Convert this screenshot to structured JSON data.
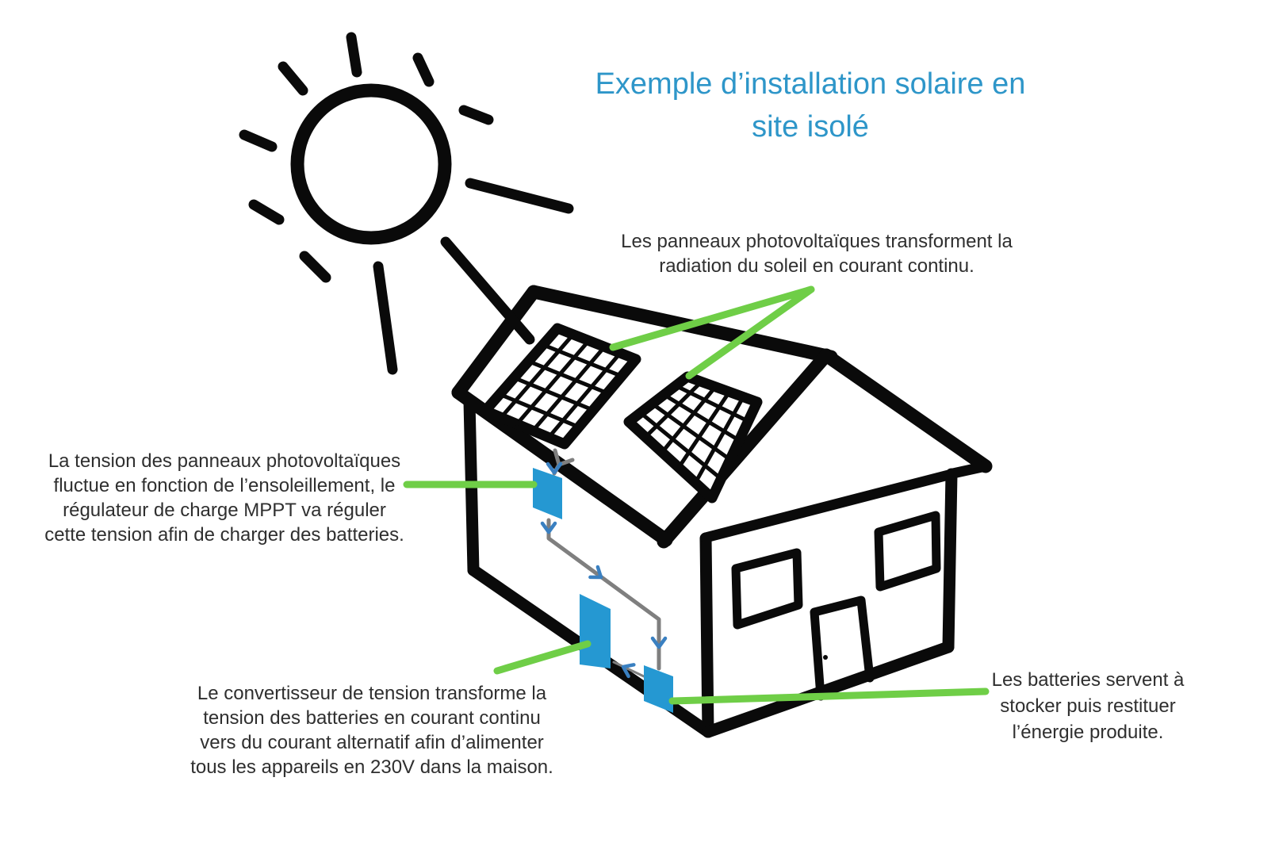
{
  "colors": {
    "title_blue": "#2E96C9",
    "accent_green": "#6FCE47",
    "device_blue": "#2598D2",
    "wire_gray": "#7F7F7F",
    "arrow_blue": "#3A80C1",
    "ink_black": "#0A0A0A",
    "text_dark": "#2F2F2F",
    "background": "#FFFFFF"
  },
  "title": {
    "lines": [
      "Exemple d’installation solaire en",
      "site isolé"
    ]
  },
  "annotations": {
    "panels": {
      "lines": [
        "Les panneaux photovoltaïques transforment la",
        "radiation du soleil en courant continu."
      ]
    },
    "mppt": {
      "lines": [
        "La tension des panneaux photovoltaïques",
        "fluctue en fonction de l’ensoleillement, le",
        "régulateur de charge MPPT va réguler",
        "cette tension afin de charger des batteries."
      ]
    },
    "converter": {
      "lines": [
        "Le convertisseur de tension transforme la",
        "tension des batteries en courant continu",
        "vers du courant alternatif afin d’alimenter",
        "tous les appareils en 230V dans la maison."
      ]
    },
    "battery": {
      "lines": [
        "Les batteries servent à",
        "stocker puis restituer",
        "l’énergie produite."
      ]
    }
  }
}
